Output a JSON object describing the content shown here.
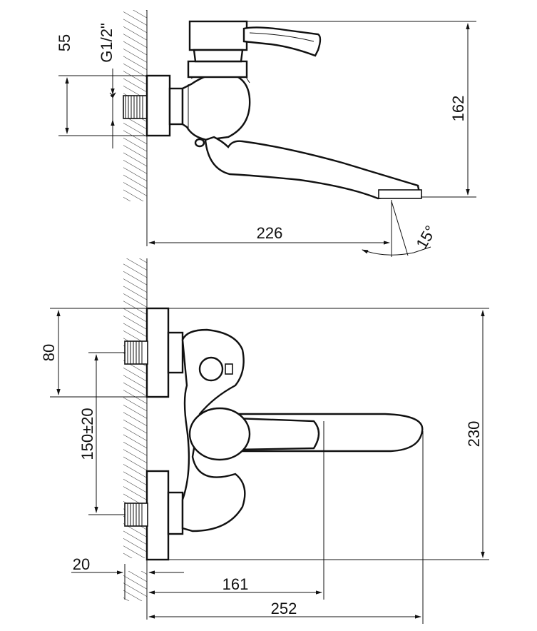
{
  "dimensions": {
    "top_view": {
      "height_55": "55",
      "thread": "G1/2\"",
      "height_162": "162",
      "reach_226": "226",
      "angle_15": "15°"
    },
    "front_view": {
      "offset_80": "80",
      "spacing": "150±20",
      "height_230": "230",
      "wall_20": "20",
      "length_161": "161",
      "length_252": "252"
    }
  }
}
